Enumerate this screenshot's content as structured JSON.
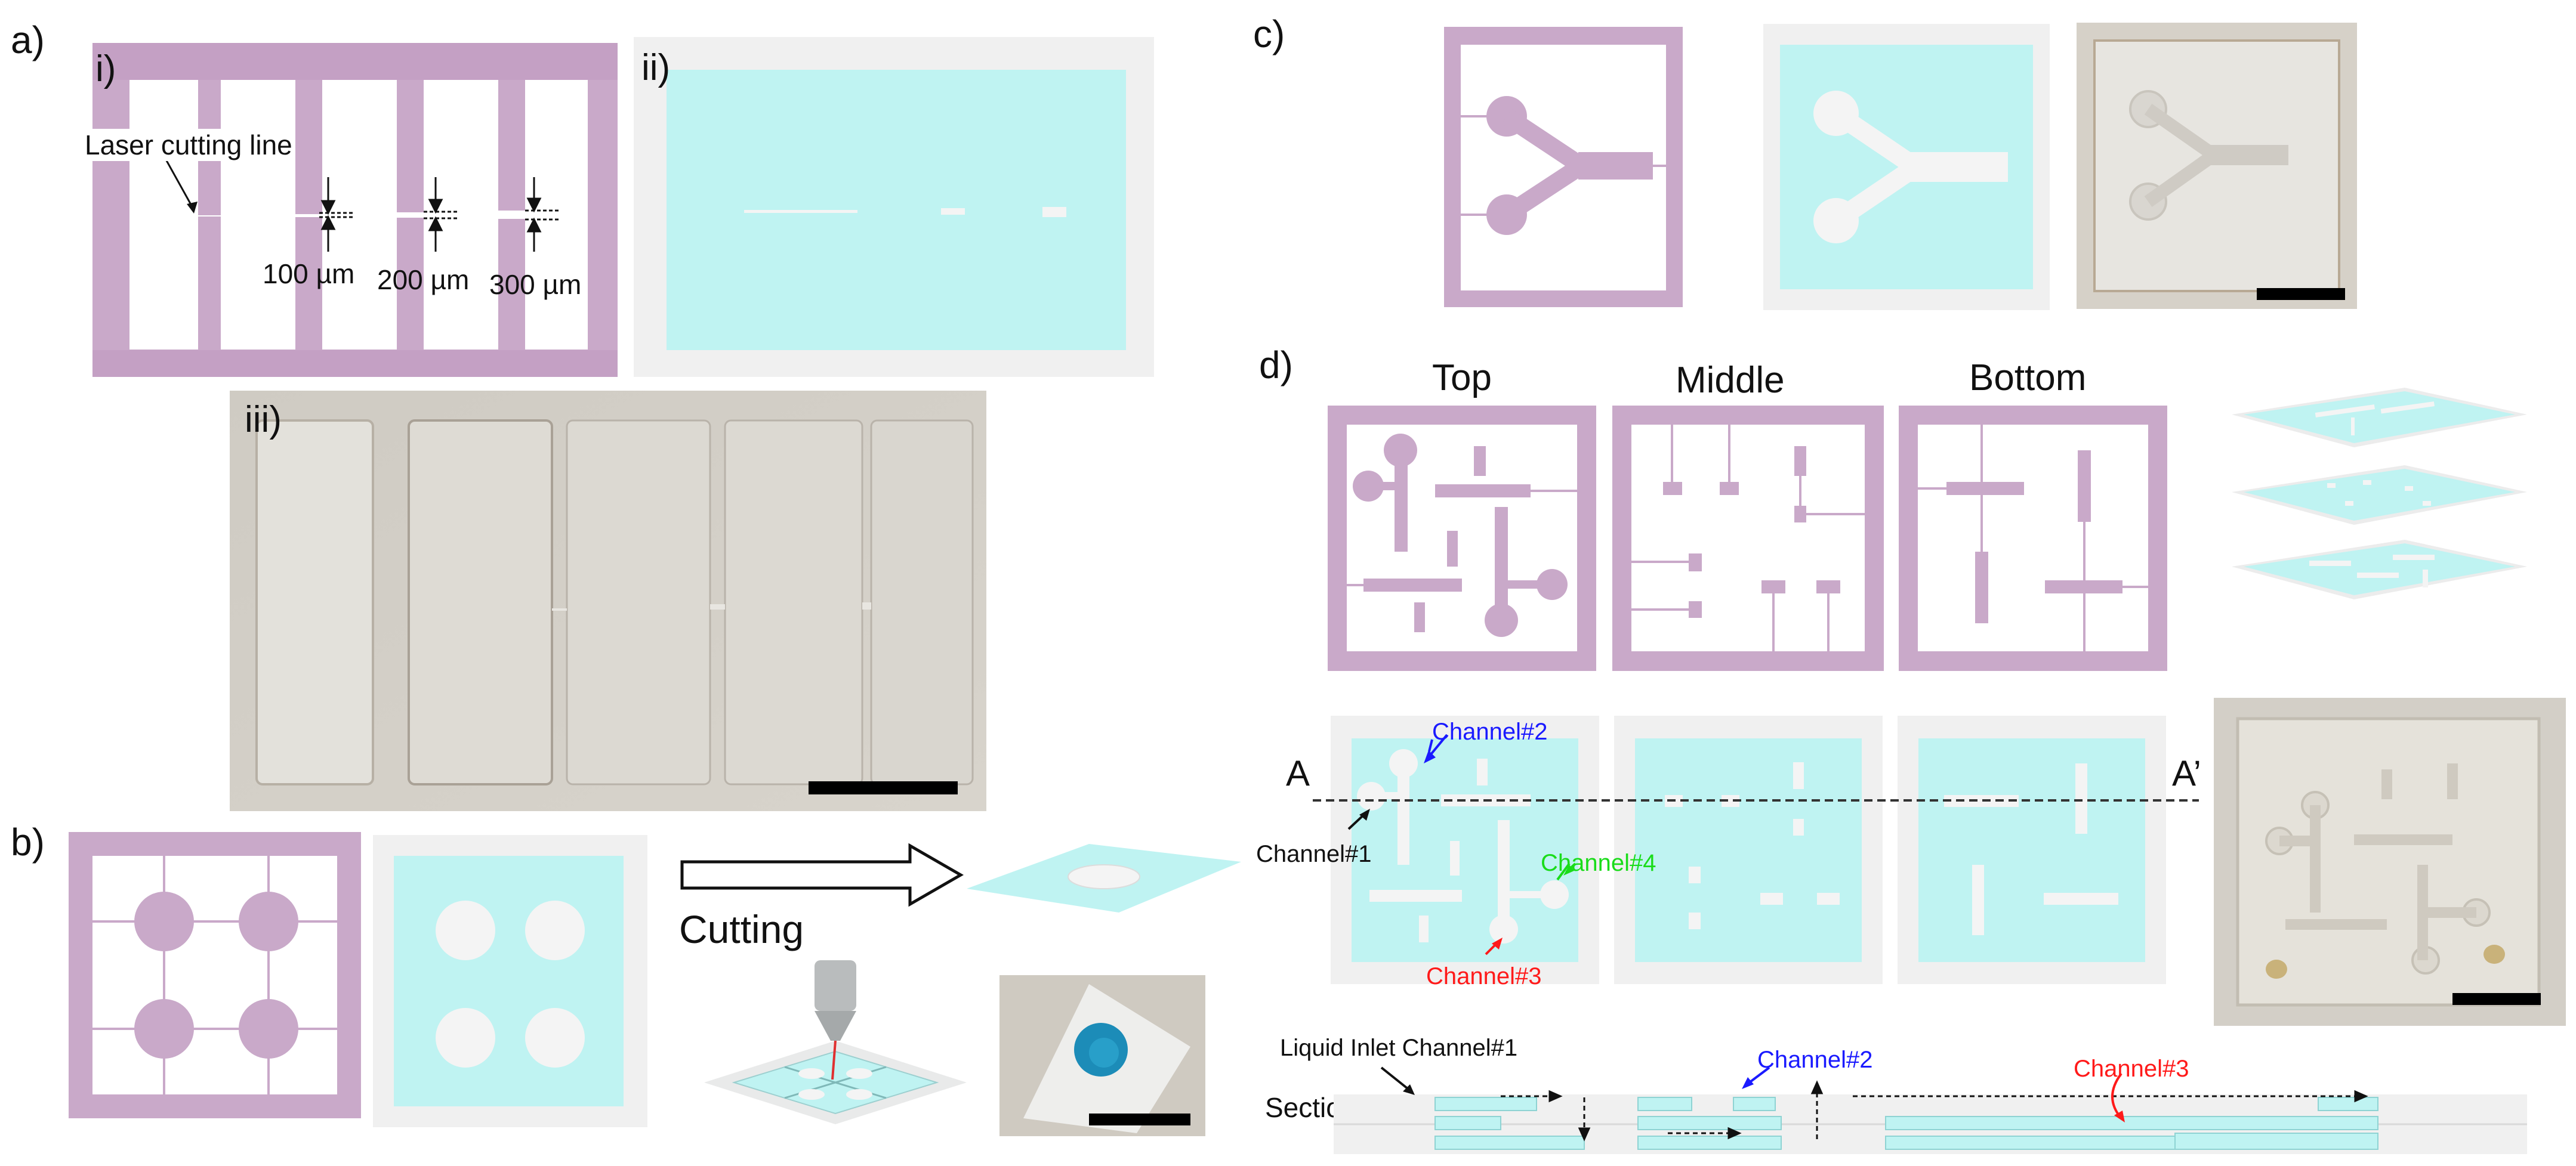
{
  "labels": {
    "a": "a)",
    "b": "b)",
    "c": "c)",
    "d": "d)",
    "i": "i)",
    "ii": "ii)",
    "iii": "iii)"
  },
  "annotations": {
    "laser_cutting_line": "Laser cutting line",
    "dim_100": "100 µm",
    "dim_200": "200 µm",
    "dim_300": "300 µm",
    "cutting": "Cutting",
    "top": "Top",
    "middle": "Middle",
    "bottom": "Bottom",
    "A": "A",
    "A_prime": "A’",
    "channel1": "Channel#1",
    "channel2": "Channel#2",
    "channel3": "Channel#3",
    "channel4": "Channel#4",
    "liquid_inlet": "Liquid Inlet Channel#1",
    "section": "Section AA’",
    "sec_channel2": "Channel#2",
    "sec_channel3": "Channel#3"
  },
  "colors": {
    "frame_purple": "#c9a9c9",
    "frame_purple_dark": "#b993b9",
    "paper_cyan": "#bff3f2",
    "paper_border": "#efefef",
    "channel_white": "#f4f4f4",
    "arrow_blue": "#1a1aff",
    "arrow_red": "#ff1a1a",
    "arrow_green": "#1adc1a",
    "photo_bg": "#d9d6cf",
    "dye_blue": "#1c8cb8"
  },
  "icons": {
    "arrow": "block-arrow-right",
    "laser": "laser-cutter-nozzle-icon"
  }
}
